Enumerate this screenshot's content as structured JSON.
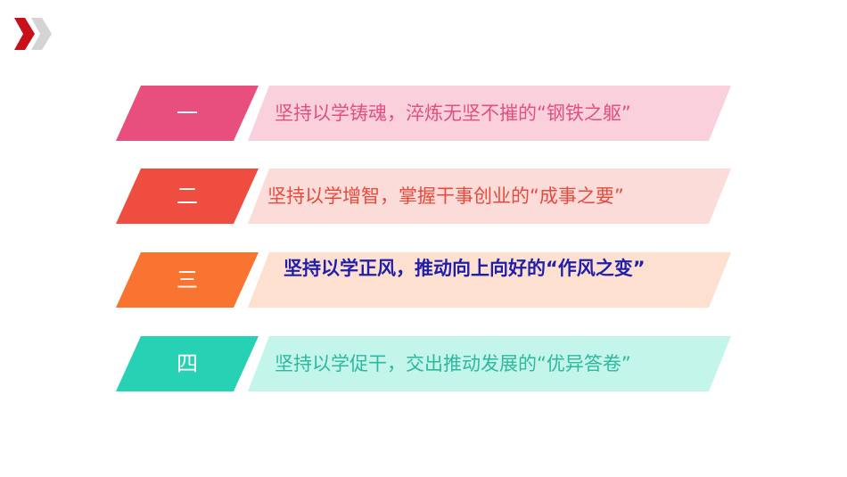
{
  "logo": {
    "icon": "double-chevron-icon",
    "colors": {
      "primary": "#c8101a",
      "secondary": "#d4d4d4"
    }
  },
  "items": [
    {
      "num": "一",
      "text": "坚持以学铸魂，淬炼无坚不摧的“钢铁之躯”",
      "num_color": "#e94f7d",
      "bar_color": "#fbd0dd",
      "text_color": "#e05080"
    },
    {
      "num": "二",
      "text": "坚持以学增智，掌握干事创业的“成事之要”",
      "num_color": "#ee4d40",
      "bar_color": "#fcdcd8",
      "text_color": "#e8493d"
    },
    {
      "num": "三",
      "text": "坚持以学正风，推动向上向好的“作风之变”",
      "num_color": "#f87430",
      "bar_color": "#fde0d0",
      "text_color": "#1f1fa8"
    },
    {
      "num": "四",
      "text": "坚持以学促干，交出推动发展的“优异答卷”",
      "num_color": "#26d1b4",
      "bar_color": "#c4f5ea",
      "text_color": "#2cb99e"
    }
  ]
}
